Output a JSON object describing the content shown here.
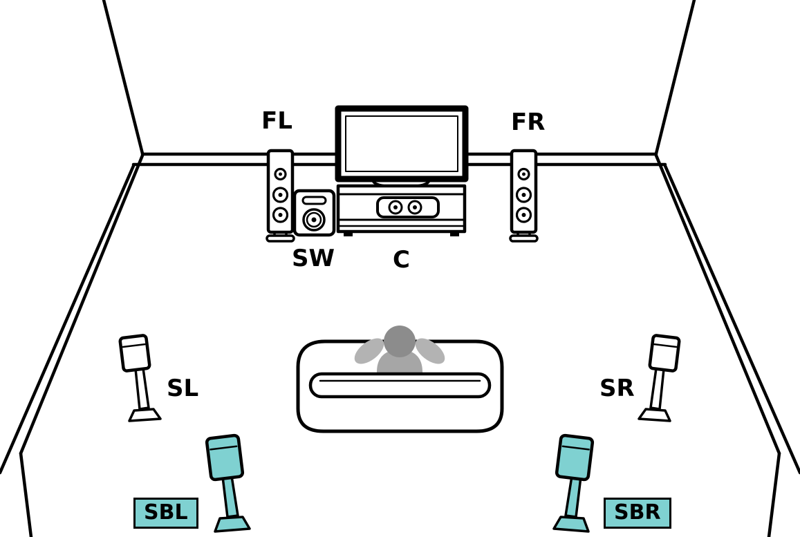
{
  "labels": {
    "front_left": "FL",
    "front_right": "FR",
    "subwoofer": "SW",
    "center": "C",
    "surround_left": "SL",
    "surround_right": "SR",
    "surround_back_left": "SBL",
    "surround_back_right": "SBR"
  },
  "colors": {
    "outline": "#000000",
    "background": "#ffffff",
    "highlight": "#7fd1d1",
    "listener_body": "#a6a6a6",
    "listener_arms": "#b3b3b3",
    "listener_head": "#8c8c8c"
  }
}
